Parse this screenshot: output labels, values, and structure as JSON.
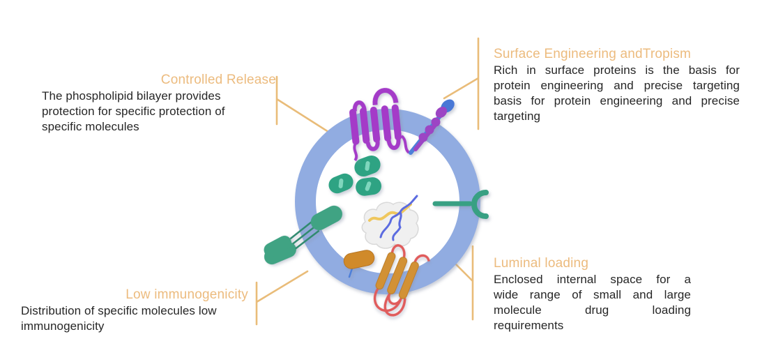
{
  "diagram": {
    "colors": {
      "accent": "#ECBB7E",
      "body_text": "#262626",
      "callout_line": "#E9BC79",
      "vesicle_ring": "#91ACE1",
      "transmembrane_purple": "#A43BC8",
      "receptor_blue": "#4E7FD9",
      "teal_protein": "#37A083",
      "helix_orange": "#D29136",
      "loop_red": "#E05B5B",
      "pill_orange": "#D08A2A",
      "cargo_green": "#2FA383",
      "cloud_gray": "#F0F0F0",
      "squiggle_yellow": "#EFC75E",
      "squiggle_blue": "#5B6BE0"
    },
    "callouts": {
      "controlled_release": {
        "title": "Controlled Release",
        "lines": [
          "The phospholipid bilayer provides",
          "protection for specific protection of",
          "specific molecules"
        ]
      },
      "surface_engineering": {
        "title": "Surface Engineering andTropism",
        "lines": [
          "Rich in surface proteins is the basis for",
          "protein engineering and precise targeting",
          "basis for protein engineering and precise",
          "targeting"
        ]
      },
      "luminal_loading": {
        "title": "Luminal loading",
        "lines": [
          "Enclosed internal space for a",
          "wide range of small and large",
          "molecule drug loading",
          "requirements"
        ]
      },
      "low_immunogenicity": {
        "title": "Low immunogenicity",
        "lines": [
          "Distribution of specific molecules low",
          "immunogenicity"
        ]
      }
    },
    "icons": [
      "exosome-vesicle-icon",
      "transmembrane-protein-icon",
      "surface-receptor-icon",
      "y-receptor-icon",
      "membrane-anchor-protein-icon",
      "helix-bundle-protein-icon",
      "peripheral-protein-icon",
      "cargo-molecule-icon",
      "rna-protein-complex-icon",
      "callout-line-icon"
    ]
  }
}
